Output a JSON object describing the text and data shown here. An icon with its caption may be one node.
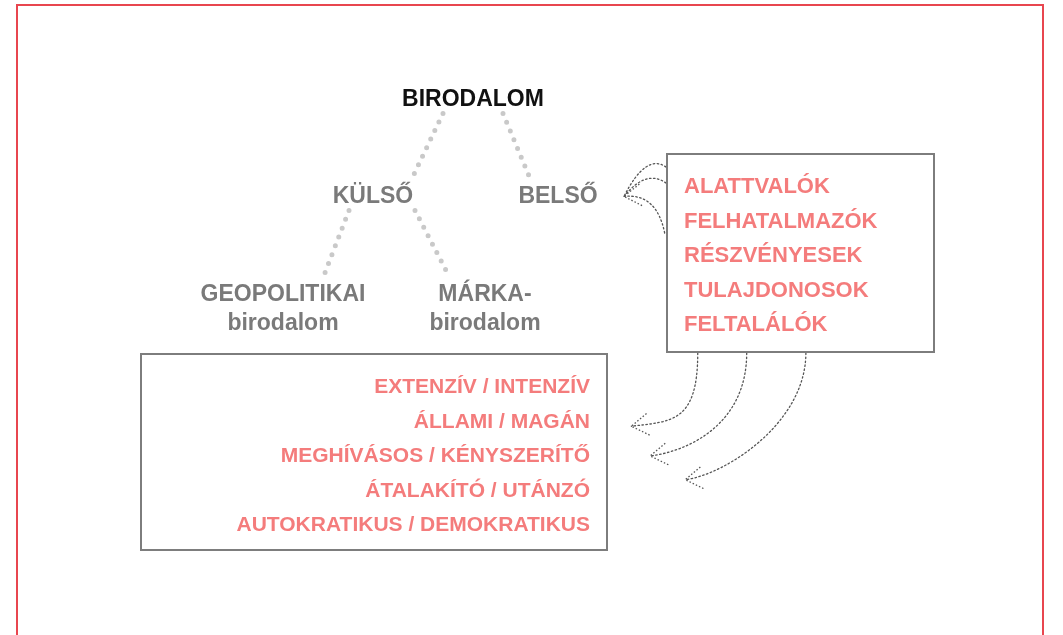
{
  "diagram": {
    "nodes": [
      {
        "text": [
          "BIRODALOM"
        ]
      },
      {
        "text": [
          "KÜLSŐ"
        ]
      },
      {
        "text": [
          "BELSŐ"
        ]
      },
      {
        "text": [
          "GEOPOLITIKAI",
          "birodalom"
        ]
      },
      {
        "text": [
          "MÁRKA-",
          "birodalom"
        ]
      },
      {
        "text": [
          "ALATTVALÓK",
          "FELHATALMAZÓK",
          "RÉSZVÉNYESEK",
          "TULAJDONOSOK",
          "FELTALÁLÓK"
        ]
      },
      {
        "text": [
          "EXTENZÍV / INTENZÍV",
          "ÁLLAMI / MAGÁN",
          "MEGHÍVÁSOS / KÉNYSZERÍTŐ",
          "ÁTALAKÍTÓ / UTÁNZÓ",
          "AUTOKRATIKUS / DEMOKRATIKUS"
        ]
      }
    ],
    "edges": [
      {
        "from": 0,
        "to": 1,
        "arrow": "none"
      },
      {
        "from": 0,
        "to": 2,
        "arrow": "none"
      },
      {
        "from": 1,
        "to": 3,
        "arrow": "none"
      },
      {
        "from": 1,
        "to": 4,
        "arrow": "none"
      },
      {
        "from": 5,
        "to": 2,
        "arrow": "to",
        "color": "#555555"
      },
      {
        "from": 5,
        "to": 6,
        "arrow": "to",
        "color": "#555555"
      },
      {
        "from": 5,
        "to": 6,
        "arrow": "to",
        "color": "#555555"
      },
      {
        "from": 5,
        "to": 6,
        "arrow": "to",
        "color": "#555555"
      }
    ]
  }
}
